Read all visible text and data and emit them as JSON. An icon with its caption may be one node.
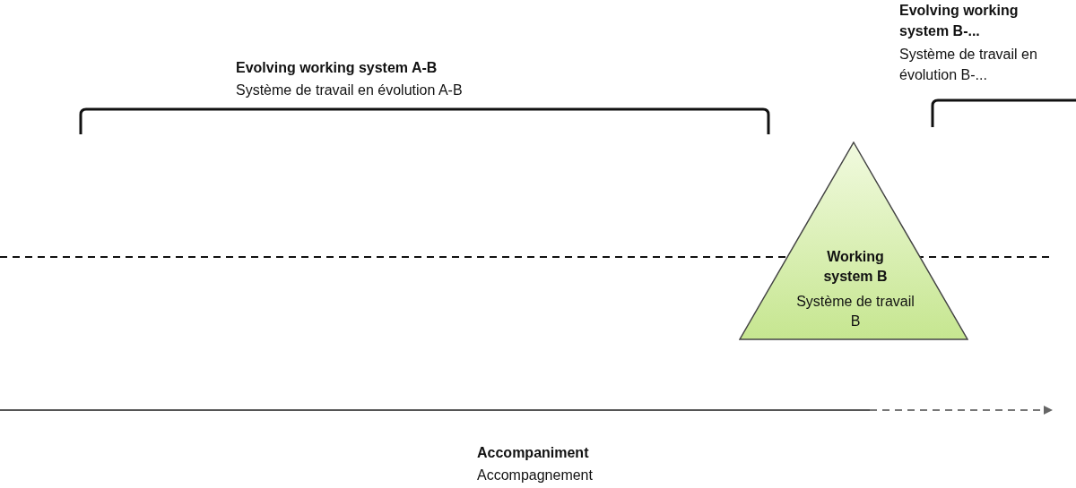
{
  "diagram": {
    "nodes": [
      {
        "text": [
          "Working system B",
          "Système de travail B"
        ]
      }
    ],
    "edges": [],
    "labels": [
      "Evolving working system A-B",
      "Système de travail en évolution A-B",
      "Evolving working system B-...",
      "Système de travail en évolution B-...",
      "Accompaniment",
      "Accompagnement"
    ]
  }
}
